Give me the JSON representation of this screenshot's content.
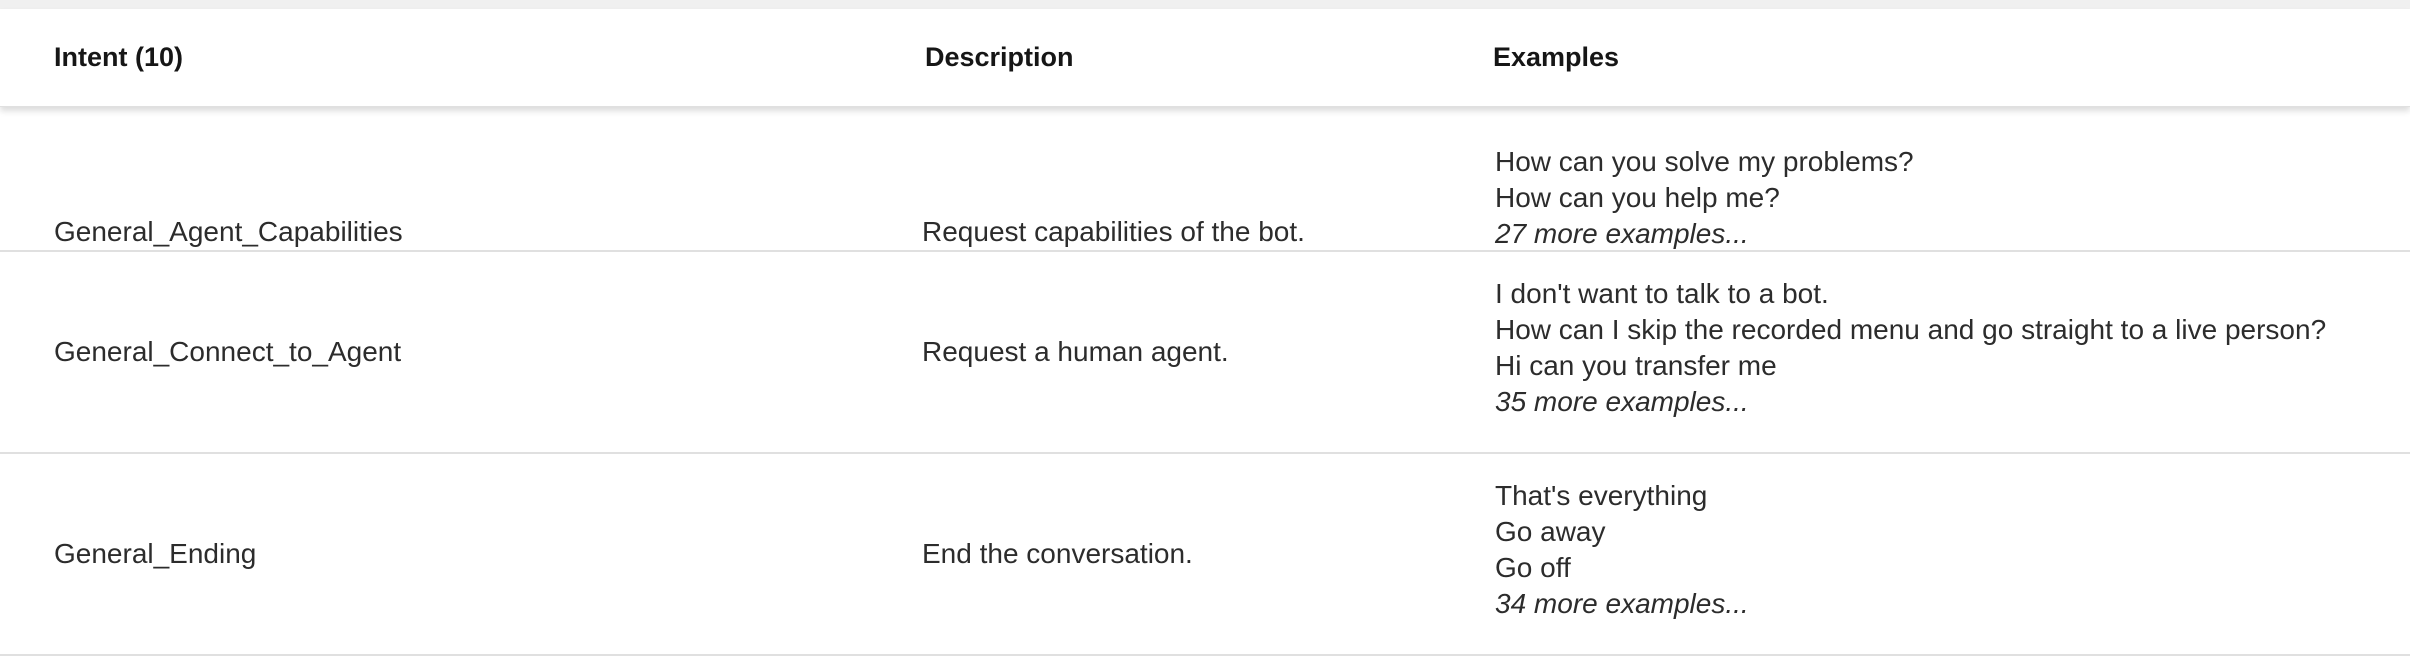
{
  "table": {
    "columns": {
      "intent": "Intent (10)",
      "description": "Description",
      "examples": "Examples"
    },
    "rows": [
      {
        "intent": "General_Agent_Capabilities",
        "description": "Request capabilities of the bot.",
        "examples": [
          "How can you solve my problems?",
          "How can you help me?"
        ],
        "more": "27 more examples..."
      },
      {
        "intent": "General_Connect_to_Agent",
        "description": "Request a human agent.",
        "examples": [
          "I don't want to talk to a bot.",
          "How can I skip the recorded menu and go straight to a live person?",
          "Hi can you transfer me"
        ],
        "more": "35 more examples..."
      },
      {
        "intent": "General_Ending",
        "description": "End the conversation.",
        "examples": [
          "That's everything",
          "Go away",
          "Go off"
        ],
        "more": "34 more examples..."
      }
    ]
  }
}
